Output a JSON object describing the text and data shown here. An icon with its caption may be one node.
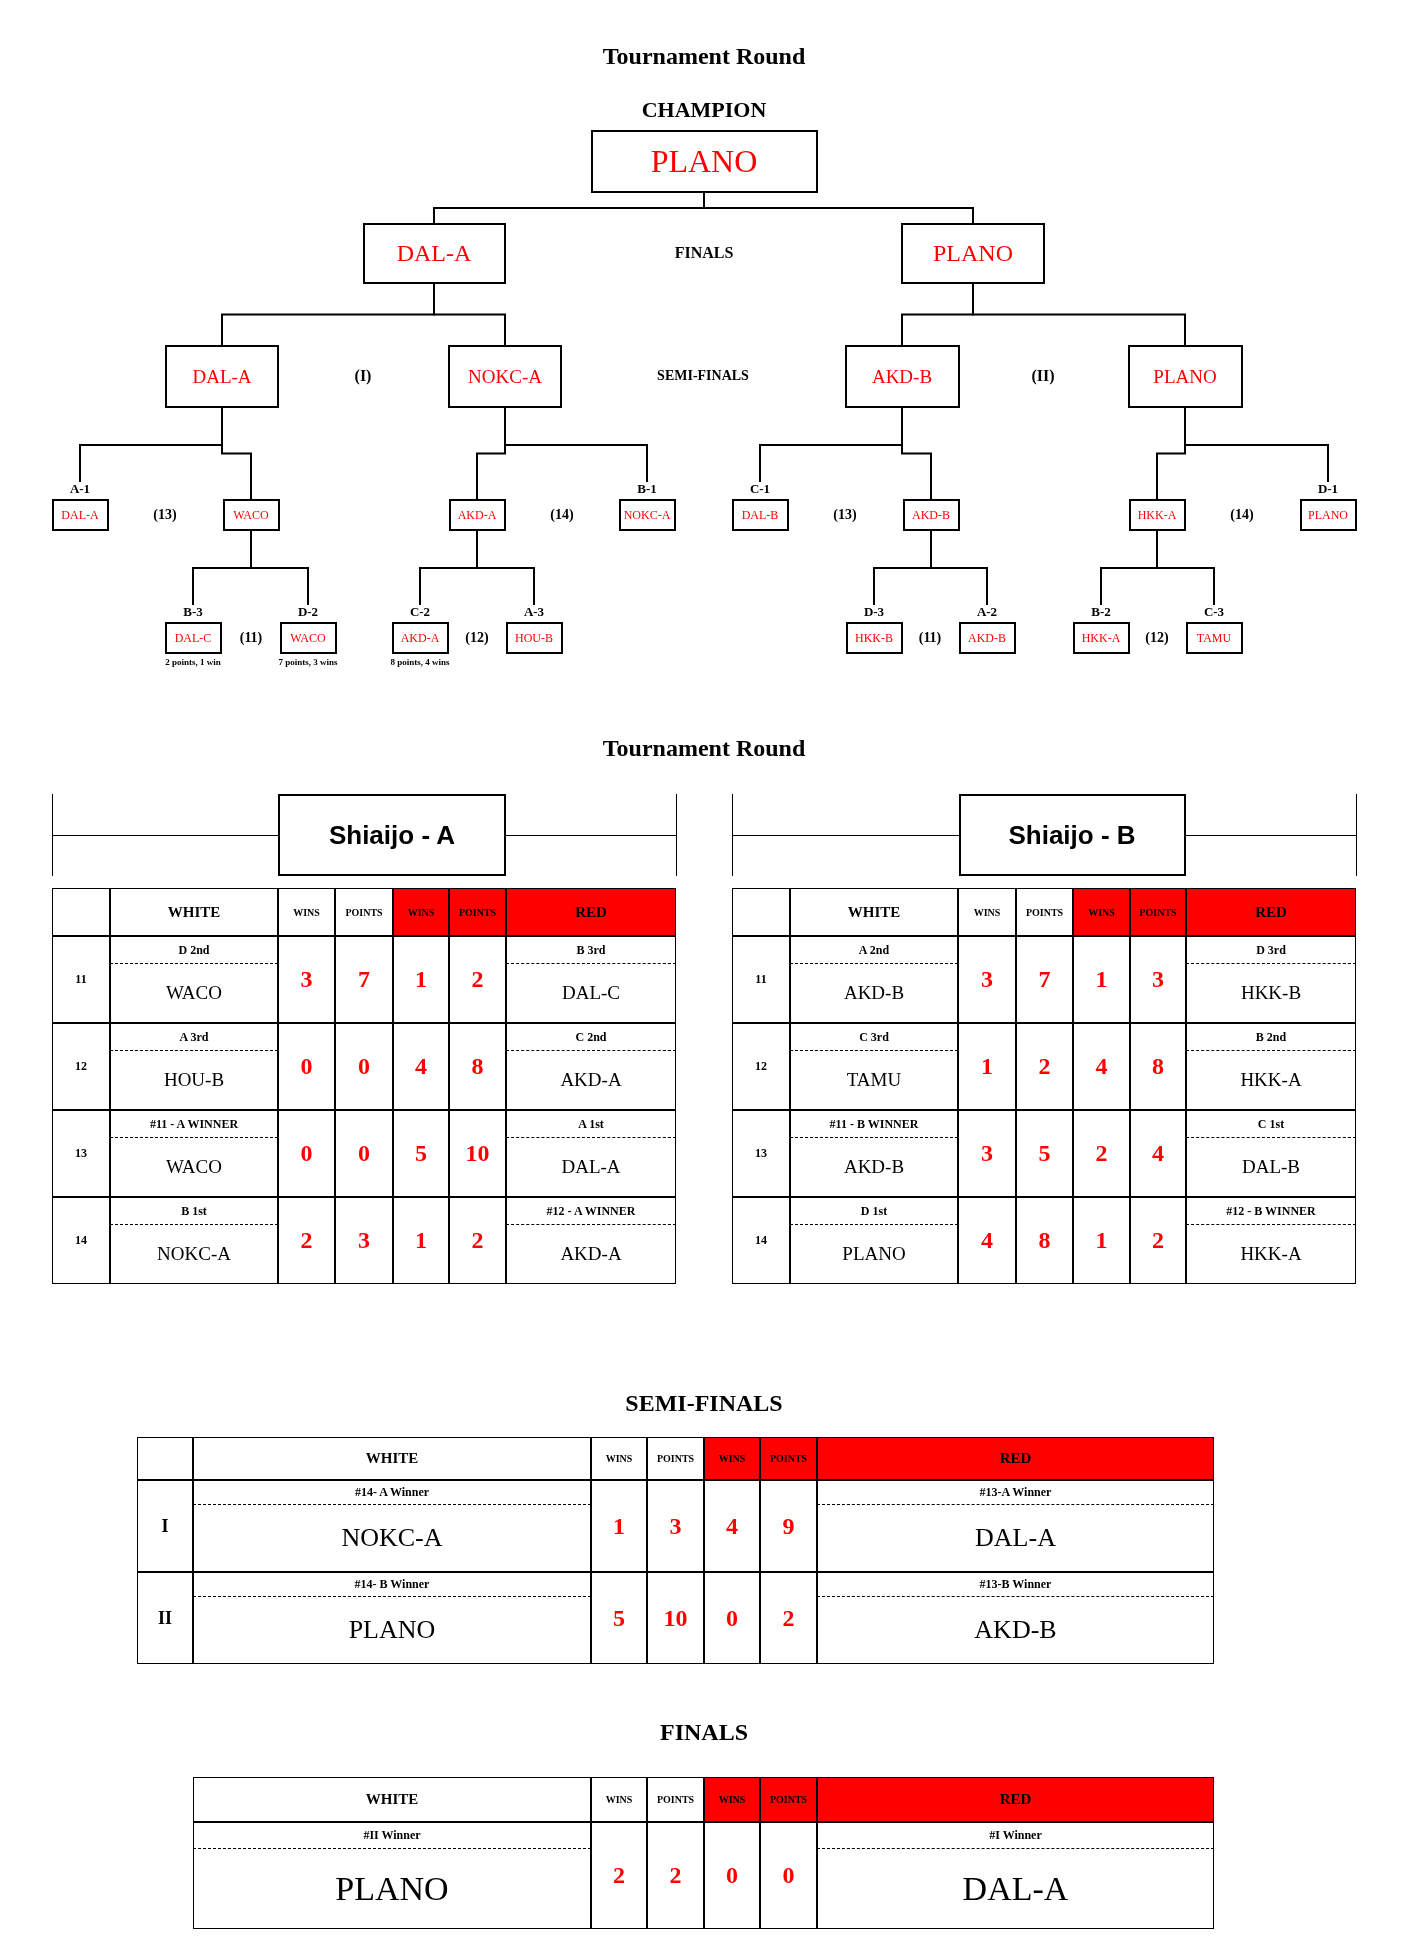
{
  "diagram": {
    "title": "Tournament Round",
    "nodes": [
      {
        "text": [
          "CHAMPION",
          "PLANO"
        ]
      },
      {
        "text": [
          "DAL-A"
        ]
      },
      {
        "text": [
          "PLANO"
        ]
      },
      {
        "text": [
          "DAL-A"
        ]
      },
      {
        "text": [
          "NOKC-A"
        ]
      },
      {
        "text": [
          "AKD-B"
        ]
      },
      {
        "text": [
          "PLANO"
        ]
      },
      {
        "text": [
          "A-1",
          "DAL-A"
        ]
      },
      {
        "text": [
          "WACO"
        ]
      },
      {
        "text": [
          "AKD-A"
        ]
      },
      {
        "text": [
          "B-1",
          "NOKC-A"
        ]
      },
      {
        "text": [
          "C-1",
          "DAL-B"
        ]
      },
      {
        "text": [
          "AKD-B"
        ]
      },
      {
        "text": [
          "HKK-A"
        ]
      },
      {
        "text": [
          "D-1",
          "PLANO"
        ]
      },
      {
        "text": [
          "B-3",
          "DAL-C"
        ],
        "beside": [
          "2 points, 1 win"
        ]
      },
      {
        "text": [
          "D-2",
          "WACO"
        ],
        "beside": [
          "7 points, 3 wins"
        ]
      },
      {
        "text": [
          "C-2",
          "AKD-A"
        ],
        "beside": [
          "8 points, 4 wins"
        ]
      },
      {
        "text": [
          "A-3",
          "HOU-B"
        ]
      },
      {
        "text": [
          "D-3",
          "HKK-B"
        ]
      },
      {
        "text": [
          "A-2",
          "AKD-B"
        ]
      },
      {
        "text": [
          "B-2",
          "HKK-A"
        ]
      },
      {
        "text": [
          "C-3",
          "TAMU"
        ]
      },
      {
        "text": [
          "Shiaijo - A"
        ]
      },
      {
        "text": [
          "Shiaijo - B"
        ]
      }
    ],
    "edges": [
      {
        "from": 1,
        "to": 0,
        "arrow": "none"
      },
      {
        "from": 2,
        "to": 0,
        "arrow": "none"
      },
      {
        "from": 3,
        "to": 1,
        "arrow": "none"
      },
      {
        "from": 4,
        "to": 1,
        "arrow": "none"
      },
      {
        "from": 5,
        "to": 2,
        "arrow": "none"
      },
      {
        "from": 6,
        "to": 2,
        "arrow": "none"
      },
      {
        "from": 7,
        "to": 3,
        "arrow": "none"
      },
      {
        "from": 8,
        "to": 3,
        "arrow": "none"
      },
      {
        "from": 9,
        "to": 4,
        "arrow": "none"
      },
      {
        "from": 10,
        "to": 4,
        "arrow": "none"
      },
      {
        "from": 11,
        "to": 5,
        "arrow": "none"
      },
      {
        "from": 12,
        "to": 5,
        "arrow": "none"
      },
      {
        "from": 13,
        "to": 6,
        "arrow": "none"
      },
      {
        "from": 14,
        "to": 6,
        "arrow": "none"
      },
      {
        "from": 15,
        "to": 8,
        "arrow": "none"
      },
      {
        "from": 16,
        "to": 8,
        "arrow": "none"
      },
      {
        "from": 17,
        "to": 9,
        "arrow": "none"
      },
      {
        "from": 18,
        "to": 9,
        "arrow": "none"
      },
      {
        "from": 19,
        "to": 12,
        "arrow": "none"
      },
      {
        "from": 20,
        "to": 12,
        "arrow": "none"
      },
      {
        "from": 21,
        "to": 13,
        "arrow": "none"
      },
      {
        "from": 22,
        "to": 13,
        "arrow": "none"
      }
    ],
    "labels": [
      "FINALS",
      "(I)",
      "SEMI-FINALS",
      "(II)",
      "(13)",
      "(14)",
      "(13)",
      "(14)",
      "(11)",
      "(12)",
      "(11)",
      "(12)",
      "Tournament Round",
      "WHITE",
      "WINS",
      "POINTS",
      "WINS",
      "POINTS",
      "RED",
      "11",
      "D 2nd",
      "3",
      "7",
      "1",
      "2",
      "B 3rd",
      "WACO",
      "DAL-C",
      "12",
      "A 3rd",
      "0",
      "0",
      "4",
      "8",
      "C 2nd",
      "HOU-B",
      "AKD-A",
      "13",
      "#11 - A WINNER",
      "0",
      "0",
      "5",
      "10",
      "A 1st",
      "WACO",
      "DAL-A",
      "14",
      "B 1st",
      "2",
      "3",
      "1",
      "2",
      "#12 - A WINNER",
      "NOKC-A",
      "AKD-A",
      "WHITE",
      "WINS",
      "POINTS",
      "WINS",
      "POINTS",
      "RED",
      "11",
      "A 2nd",
      "3",
      "7",
      "1",
      "3",
      "D 3rd",
      "AKD-B",
      "HKK-B",
      "12",
      "C 3rd",
      "1",
      "2",
      "4",
      "8",
      "B 2nd",
      "TAMU",
      "HKK-A",
      "13",
      "#11 - B WINNER",
      "3",
      "5",
      "2",
      "4",
      "C 1st",
      "AKD-B",
      "DAL-B",
      "14",
      "D 1st",
      "4",
      "8",
      "1",
      "2",
      "#12 - B WINNER",
      "PLANO",
      "HKK-A",
      "SEMI-FINALS",
      "WHITE",
      "WINS",
      "POINTS",
      "WINS",
      "POINTS",
      "RED",
      "I",
      "#14- A Winner",
      "1",
      "3",
      "4",
      "9",
      "#13-A Winner",
      "NOKC-A",
      "DAL-A",
      "II",
      "#14- B Winner",
      "5",
      "10",
      "0",
      "2",
      "#13-B Winner",
      "PLANO",
      "AKD-B",
      "FINALS",
      "WHITE",
      "WINS",
      "POINTS",
      "WINS",
      "POINTS",
      "RED",
      "#II Winner",
      "2",
      "2",
      "0",
      "0",
      "#I Winner",
      "PLANO",
      "DAL-A"
    ]
  }
}
